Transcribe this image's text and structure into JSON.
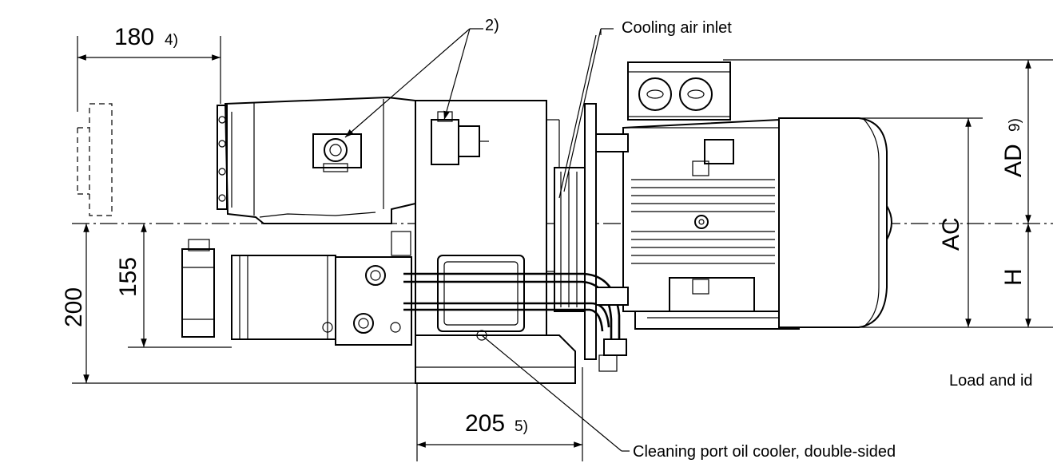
{
  "dimensions": {
    "d180": {
      "value": "180",
      "note": "4)"
    },
    "d200": {
      "value": "200"
    },
    "d155": {
      "value": "155"
    },
    "d205": {
      "value": "205",
      "note": "5)"
    },
    "ad": {
      "value": "AD",
      "note": "9)"
    },
    "ac": {
      "value": "AC"
    },
    "h": {
      "value": "H"
    }
  },
  "callouts": {
    "ref2": "2)",
    "cooling_air_inlet": "Cooling air inlet",
    "cleaning_port": "Cleaning port oil cooler, double-sided",
    "load_truncated": "Load and id"
  },
  "colors": {
    "line": "#000000",
    "background": "#ffffff"
  }
}
